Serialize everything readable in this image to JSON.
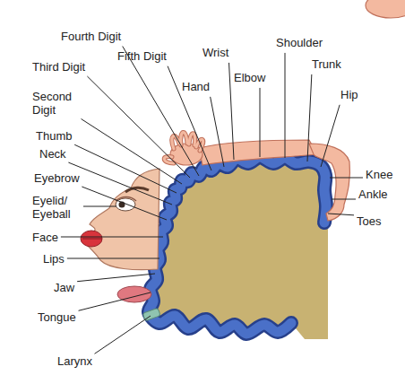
{
  "diagram": {
    "labels": [
      "Fourth Digit",
      "Fifth Digit",
      "Wrist",
      "Shoulder",
      "Third Digit",
      "Hand",
      "Elbow",
      "Trunk",
      "Hip",
      "Second Digit",
      "Thumb",
      "Neck",
      "Eyebrow",
      "Eyelid/ Eyeball",
      "Knee",
      "Ankle",
      "Toes",
      "Face",
      "Lips",
      "Jaw",
      "Tongue",
      "Larynx"
    ]
  }
}
